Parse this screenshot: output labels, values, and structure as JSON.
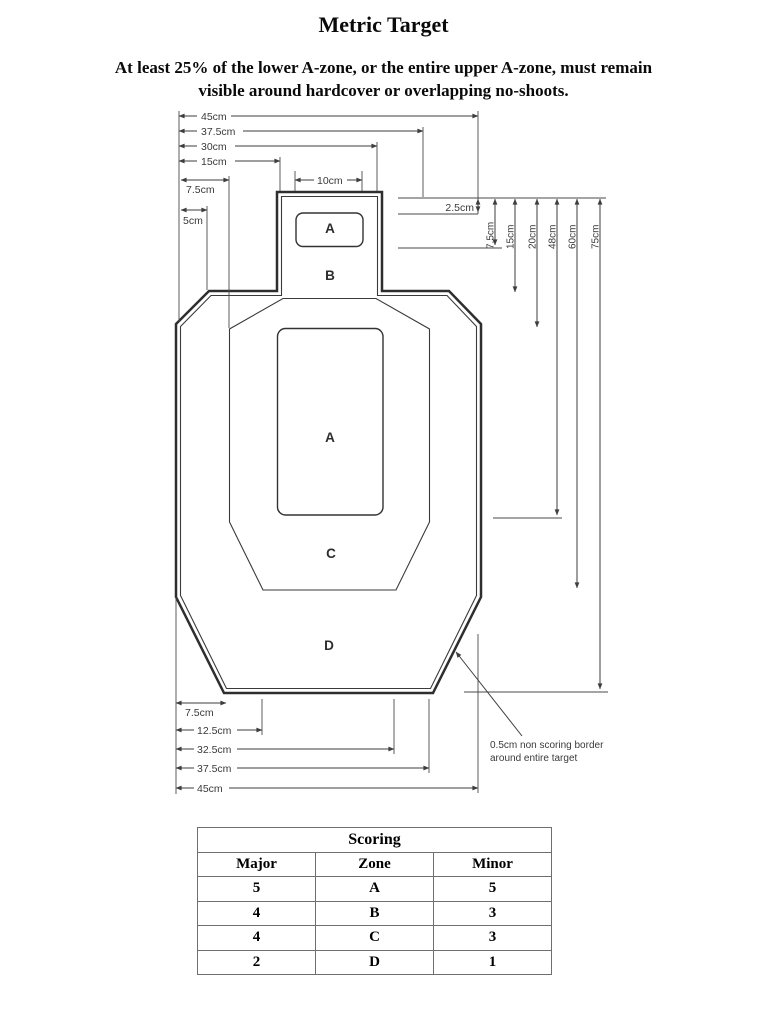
{
  "title": "Metric Target",
  "subtitle": {
    "line1": "At least 25% of the lower A-zone, or the entire upper A-zone, must remain",
    "line2": "visible around hardcover or overlapping no-shoots."
  },
  "colors": {
    "ink": "#383838",
    "paper": "#ffffff",
    "table_border": "#6f6f6f"
  },
  "diagram": {
    "zone_labels": {
      "upper_a": "A",
      "b": "B",
      "lower_a": "A",
      "c": "C",
      "d": "D"
    },
    "dims_top": [
      "45cm",
      "37.5cm",
      "30cm",
      "15cm",
      "7.5cm",
      "5cm",
      "10cm",
      "2.5cm"
    ],
    "dims_right": [
      "7.5cm",
      "15cm",
      "20cm",
      "48cm",
      "60cm",
      "75cm"
    ],
    "dims_bottom": [
      "7.5cm",
      "12.5cm",
      "32.5cm",
      "37.5cm",
      "45cm"
    ],
    "note": {
      "line1": "0.5cm non scoring border",
      "line2": "around entire target"
    }
  },
  "table": {
    "title": "Scoring",
    "columns": [
      "Major",
      "Zone",
      "Minor"
    ],
    "rows": [
      [
        "5",
        "A",
        "5"
      ],
      [
        "4",
        "B",
        "3"
      ],
      [
        "4",
        "C",
        "3"
      ],
      [
        "2",
        "D",
        "1"
      ]
    ]
  }
}
